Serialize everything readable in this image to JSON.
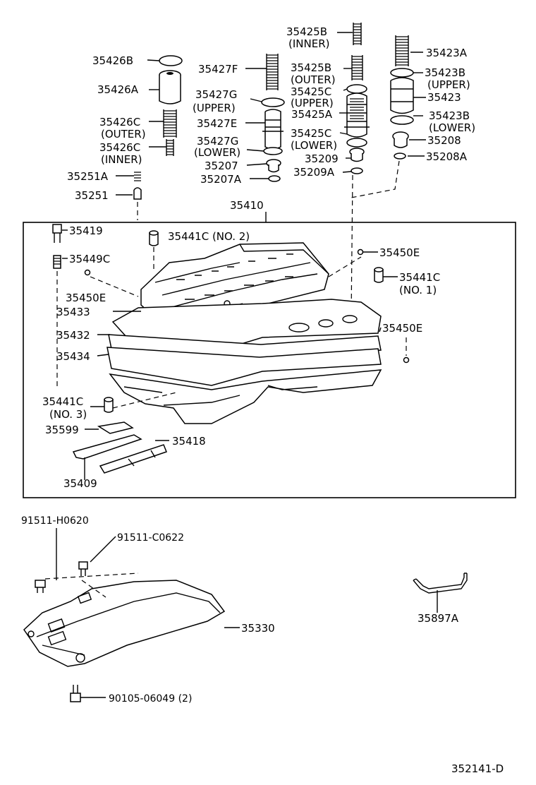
{
  "diagram_id": "352141-D",
  "labels": {
    "l35425B_1": "35425B",
    "inner_1": "(INNER)",
    "l35423A": "35423A",
    "l35426B": "35426B",
    "l35427F": "35427F",
    "l35425B_2": "35425B",
    "outer_1": "(OUTER)",
    "l35423B_1": "35423B",
    "upper_1": "(UPPER)",
    "l35426A": "35426A",
    "l35427G_1": "35427G",
    "l35425C_1": "35425C",
    "upper_2": "(UPPER)",
    "l35423": "35423",
    "upper_3": "(UPPER)",
    "l35425A": "35425A",
    "l35427E": "35427E",
    "l35426C_1": "35426C",
    "l35423B_2": "35423B",
    "outer_2": "(OUTER)",
    "lower_1": "(LOWER)",
    "l35425C_2": "35425C",
    "l35208": "35208",
    "l35427G_2": "35427G",
    "l35426C_2": "35426C",
    "lower_2": "(LOWER)",
    "lower_3": "(LOWER)",
    "inner_2": "(INNER)",
    "l35209": "35209",
    "l35208A": "35208A",
    "l35207": "35207",
    "l35251A": "35251A",
    "l35209A": "35209A",
    "l35207A": "35207A",
    "l35251": "35251",
    "l35410": "35410",
    "l35419": "35419",
    "l35441C_no2": "35441C (NO. 2)",
    "l35450E_1": "35450E",
    "l35449C": "35449C",
    "l35441C_no1": "35441C",
    "no1": "(NO. 1)",
    "l35450E_2": "35450E",
    "l35433": "35433",
    "l35450E_3": "35450E",
    "l35432": "35432",
    "l35434": "35434",
    "l35441C_no3": "35441C",
    "no3": "(NO. 3)",
    "l35599": "35599",
    "l35418": "35418",
    "l35409": "35409",
    "l91511H0620": "91511-H0620",
    "l91511C0622": "91511-C0622",
    "l35330": "35330",
    "l35897A": "35897A",
    "l90105": "90105-06049 (2)"
  }
}
